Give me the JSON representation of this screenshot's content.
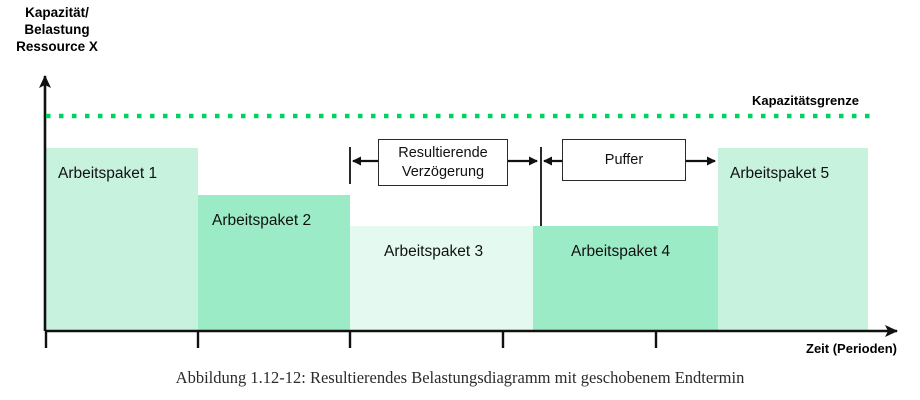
{
  "axes": {
    "y_label": "Kapazität/\nBelastung\nRessource X",
    "y_label_line1": "Kapazität/",
    "y_label_line2": "Belastung",
    "y_label_line3": "Ressource X",
    "x_label": "Zeit (Perioden)"
  },
  "capacity_line": {
    "label": "Kapazitätsgrenze",
    "color": "#00d25f",
    "style": "dotted"
  },
  "callouts": [
    {
      "name": "resulting-delay",
      "line1": "Resultierende",
      "line2": "Verzögerung"
    },
    {
      "name": "buffer",
      "line1": "Puffer",
      "line2": ""
    }
  ],
  "caption": "Abbildung 1.12-12: Resultierendes Belastungsdiagramm mit geschobenem Endtermin",
  "colors": {
    "light": "#c6f2de",
    "lighter": "#e4f9ef",
    "medium": "#9aebc6",
    "axis": "#111111",
    "capacity": "#00d25f"
  },
  "chart_data": {
    "type": "bar",
    "title": "Resultierendes Belastungsdiagramm mit geschobenem Endtermin",
    "xlabel": "Zeit (Perioden)",
    "ylabel": "Kapazität/ Belastung Ressource X",
    "xlim": [
      0,
      5.4
    ],
    "ylim": [
      0,
      1.25
    ],
    "grid": false,
    "legend": "none",
    "capacity_limit": 1.0,
    "capacity_limit_label": "Kapazitätsgrenze",
    "bars": [
      {
        "label": "Arbeitspaket 1",
        "x_start": 0.0,
        "x_end": 1.0,
        "value": 1.0,
        "shade": "light"
      },
      {
        "label": "Arbeitspaket 2",
        "x_start": 1.0,
        "x_end": 2.0,
        "value": 0.79,
        "shade": "medium"
      },
      {
        "label": "Arbeitspaket 3",
        "x_start": 2.0,
        "x_end": 3.2,
        "value": 0.62,
        "shade": "lighter"
      },
      {
        "label": "Arbeitspaket 4",
        "x_start": 3.2,
        "x_end": 4.4,
        "value": 0.62,
        "shade": "medium"
      },
      {
        "label": "Arbeitspaket 5",
        "x_start": 4.4,
        "x_end": 5.4,
        "value": 1.0,
        "shade": "light"
      }
    ],
    "annotations": [
      {
        "text": "Resultierende Verzögerung",
        "from_x": 2.0,
        "to_x": 3.25,
        "type": "double-arrow"
      },
      {
        "text": "Puffer",
        "from_x": 3.25,
        "to_x": 4.4,
        "type": "double-arrow"
      }
    ],
    "x_ticks": [
      0,
      1,
      2,
      3,
      4
    ]
  }
}
